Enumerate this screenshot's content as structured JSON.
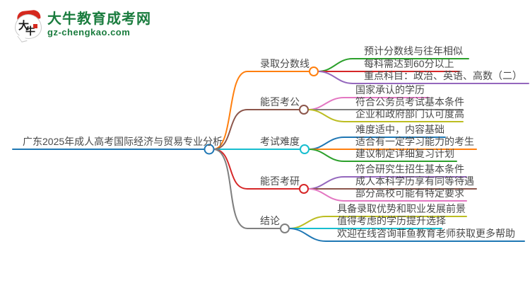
{
  "logo": {
    "icon_chars": "大牛",
    "char_da": "大",
    "char_niu": "牛",
    "title": "大牛教育成考网",
    "domain": "gz-chengkao.com",
    "brand_green": "#1a7c3e",
    "seal_red": "#d5281e"
  },
  "root": {
    "label": "广东2025年成人高考国际经济与贸易专业分析",
    "color": "#1f77b4"
  },
  "branches": [
    {
      "label": "录取分数线",
      "color": "#ff7f0e",
      "children": [
        {
          "label": "预计分数线与往年相似",
          "color": "#2ca02c"
        },
        {
          "label": "每科需达到60分以上",
          "color": "#d62728"
        },
        {
          "label": "重点科目：政治、英语、高数（二）",
          "color": "#9467bd"
        }
      ]
    },
    {
      "label": "能否考公",
      "color": "#8c564b",
      "children": [
        {
          "label": "国家承认的学历",
          "color": "#e377c2"
        },
        {
          "label": "符合公务员考试基本条件",
          "color": "#7f7f7f"
        },
        {
          "label": "企业和政府部门认可度高",
          "color": "#bcbd22"
        }
      ]
    },
    {
      "label": "考试难度",
      "color": "#17becf",
      "children": [
        {
          "label": "难度适中，内容基础",
          "color": "#1f77b4"
        },
        {
          "label": "适合有一定学习能力的考生",
          "color": "#ff7f0e"
        },
        {
          "label": "建议制定详细复习计划",
          "color": "#2ca02c"
        }
      ]
    },
    {
      "label": "能否考研",
      "color": "#d62728",
      "children": [
        {
          "label": "符合研究生招生基本条件",
          "color": "#9467bd"
        },
        {
          "label": "成人本科学历享有同等待遇",
          "color": "#8c564b"
        },
        {
          "label": "部分高校可能有特定要求",
          "color": "#e377c2"
        }
      ]
    },
    {
      "label": "结论",
      "color": "#7f7f7f",
      "children": [
        {
          "label": "具备录取优势和职业发展前景",
          "color": "#bcbd22"
        },
        {
          "label": "值得考虑的学历提升选择",
          "color": "#17becf"
        },
        {
          "label": "欢迎在线咨询菲鱼教育老师获取更多帮助",
          "color": "#1f77b4"
        }
      ]
    }
  ]
}
